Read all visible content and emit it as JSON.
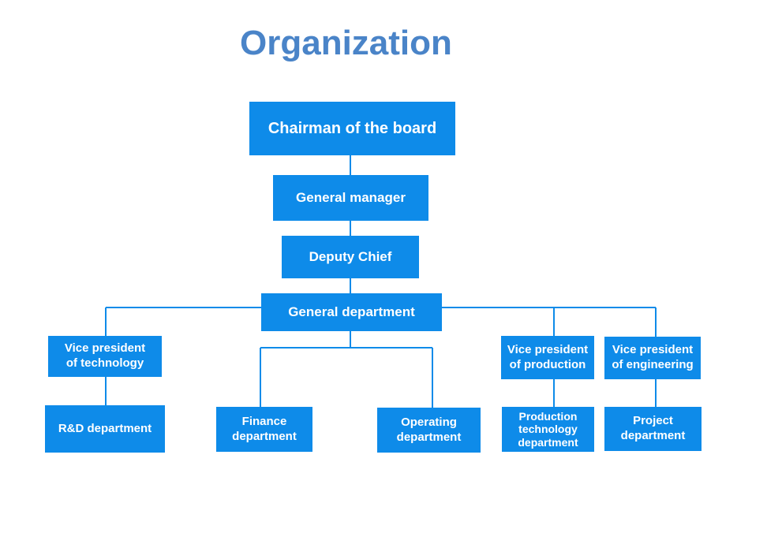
{
  "title": "Organization",
  "nodes": {
    "chairman": "Chairman of the board",
    "general_manager": "General manager",
    "deputy_chief": "Deputy Chief",
    "general_department": "General department",
    "vp_technology": "Vice president\nof technology",
    "rd_department": "R&D department",
    "finance_department": "Finance\ndepartment",
    "operating_department": "Operating\ndepartment",
    "vp_production": "Vice president\nof production",
    "production_technology_department": "Production\ntechnology\ndepartment",
    "vp_engineering": "Vice president\nof engineering",
    "project_department": "Project\ndepartment"
  },
  "colors": {
    "node_fill": "#0e8be9",
    "node_text": "#ffffff",
    "title": "#4a84c8",
    "connector": "#0e8be9"
  }
}
